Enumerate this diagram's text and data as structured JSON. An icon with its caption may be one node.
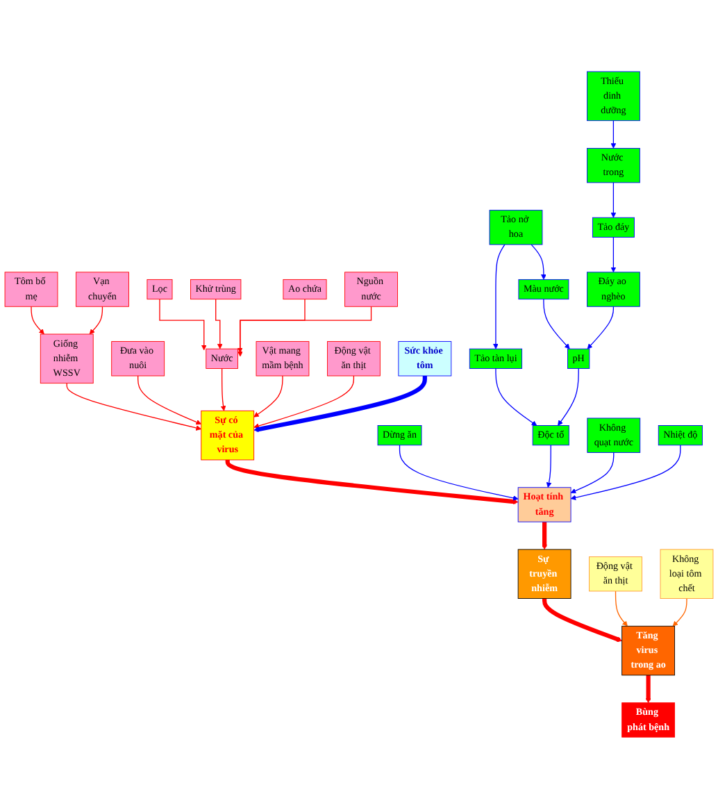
{
  "diagram": {
    "nodes": [
      {
        "text": [
          "Tôm bố mẹ"
        ]
      },
      {
        "text": [
          "Giống nhiễm WSSV"
        ]
      },
      {
        "text": [
          "Vạn chuyển"
        ]
      },
      {
        "text": [
          "Đưa vào nuôi"
        ]
      },
      {
        "text": [
          "Lọc"
        ]
      },
      {
        "text": [
          "Nước"
        ]
      },
      {
        "text": [
          "Khử trùng"
        ]
      },
      {
        "text": [
          "Ao chứa"
        ]
      },
      {
        "text": [
          "Vật mang mầm bệnh"
        ]
      },
      {
        "text": [
          "Nguồn nước"
        ]
      },
      {
        "text": [
          "Động vật ăn thịt"
        ]
      },
      {
        "text": [
          "Sức khỏe tôm"
        ]
      },
      {
        "text": [
          "Sự có mặt của virus"
        ]
      },
      {
        "text": [
          "Hoạt tính tăng"
        ]
      },
      {
        "text": [
          "Sự truyền nhiễm"
        ]
      },
      {
        "text": [
          "Động vật ăn thịt"
        ]
      },
      {
        "text": [
          "Tăng virus trong ao"
        ]
      },
      {
        "text": [
          "Không loại tôm chết"
        ]
      },
      {
        "text": [
          "Bùng phát bệnh"
        ]
      },
      {
        "text": [
          "Tảo nở hoa"
        ]
      },
      {
        "text": [
          "Màu nước"
        ]
      },
      {
        "text": [
          "Tảo tàn lụi"
        ]
      },
      {
        "text": [
          "pH"
        ]
      },
      {
        "text": [
          "Dừng ăn"
        ]
      },
      {
        "text": [
          "Đáy ao nghèo"
        ]
      },
      {
        "text": [
          "Độc tố"
        ]
      },
      {
        "text": [
          "Không quạt nước"
        ]
      },
      {
        "text": [
          "Tảo đáy"
        ]
      },
      {
        "text": [
          "Nhiệt độ"
        ]
      },
      {
        "text": [
          "Nước trong"
        ]
      },
      {
        "text": [
          "Thiếu dinh dưỡng"
        ]
      }
    ],
    "edges": [
      {
        "from": 0,
        "to": 1,
        "arrow": "to"
      },
      {
        "from": 2,
        "to": 1,
        "arrow": "to"
      },
      {
        "from": 1,
        "to": 12,
        "arrow": "to"
      },
      {
        "from": 3,
        "to": 12,
        "arrow": "to"
      },
      {
        "from": 4,
        "to": 5,
        "arrow": "to"
      },
      {
        "from": 6,
        "to": 5,
        "arrow": "to"
      },
      {
        "from": 7,
        "to": 5,
        "arrow": "to"
      },
      {
        "from": 9,
        "to": 5,
        "arrow": "to"
      },
      {
        "from": 5,
        "to": 12,
        "arrow": "to"
      },
      {
        "from": 8,
        "to": 12,
        "arrow": "to"
      },
      {
        "from": 10,
        "to": 12,
        "arrow": "to"
      },
      {
        "from": 11,
        "to": 12,
        "arrow": "to",
        "style": "thick",
        "color": "#0000ff"
      },
      {
        "from": 12,
        "to": 13,
        "arrow": "to",
        "style": "thick"
      },
      {
        "from": 13,
        "to": 14,
        "arrow": "to",
        "style": "thick"
      },
      {
        "from": 14,
        "to": 16,
        "arrow": "to",
        "style": "thick"
      },
      {
        "from": 15,
        "to": 16,
        "arrow": "to",
        "color": "#ff6600"
      },
      {
        "from": 17,
        "to": 16,
        "arrow": "to",
        "color": "#ff6600"
      },
      {
        "from": 16,
        "to": 18,
        "arrow": "to",
        "style": "thick"
      },
      {
        "from": 19,
        "to": 21,
        "arrow": "to",
        "color": "#0000ff"
      },
      {
        "from": 19,
        "to": 20,
        "arrow": "to",
        "color": "#0000ff"
      },
      {
        "from": 20,
        "to": 22,
        "arrow": "to",
        "color": "#0000ff"
      },
      {
        "from": 22,
        "to": 25,
        "arrow": "to",
        "color": "#0000ff"
      },
      {
        "from": 21,
        "to": 25,
        "arrow": "to",
        "color": "#0000ff"
      },
      {
        "from": 24,
        "to": 22,
        "arrow": "to",
        "color": "#0000ff"
      },
      {
        "from": 27,
        "to": 24,
        "arrow": "to",
        "color": "#0000ff"
      },
      {
        "from": 29,
        "to": 27,
        "arrow": "to",
        "color": "#0000ff"
      },
      {
        "from": 30,
        "to": 29,
        "arrow": "to",
        "color": "#0000ff"
      },
      {
        "from": 23,
        "to": 13,
        "arrow": "to",
        "color": "#0000ff"
      },
      {
        "from": 25,
        "to": 13,
        "arrow": "to",
        "color": "#0000ff"
      },
      {
        "from": 26,
        "to": 13,
        "arrow": "to",
        "color": "#0000ff"
      },
      {
        "from": 28,
        "to": 13,
        "arrow": "to",
        "color": "#0000ff"
      }
    ]
  }
}
